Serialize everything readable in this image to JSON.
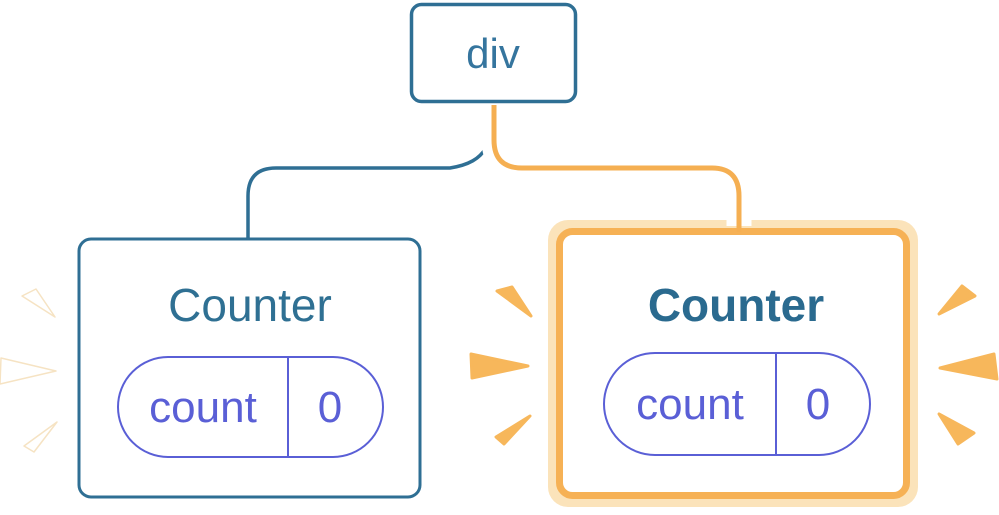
{
  "diagram": {
    "root": {
      "label": "div"
    },
    "left": {
      "title": "Counter",
      "state_key": "count",
      "state_value": "0",
      "highlighted": false
    },
    "right": {
      "title": "Counter",
      "state_key": "count",
      "state_value": "0",
      "highlighted": true
    },
    "colors": {
      "tree_blue": "#2F6F94",
      "node_label_blue": "#35759E",
      "title_blue_regular": "#2F7093",
      "title_blue_bold": "#2A6A8F",
      "highlight_orange": "#F6B155",
      "highlight_pale_orange": "#FBE3BA",
      "connector_orange": "#F5AF52",
      "burst_orange": "#F7B75B",
      "burst_white": "#FFFFFF",
      "state_purple": "#5A5FD6",
      "node_fill": "#FFFFFF"
    }
  }
}
